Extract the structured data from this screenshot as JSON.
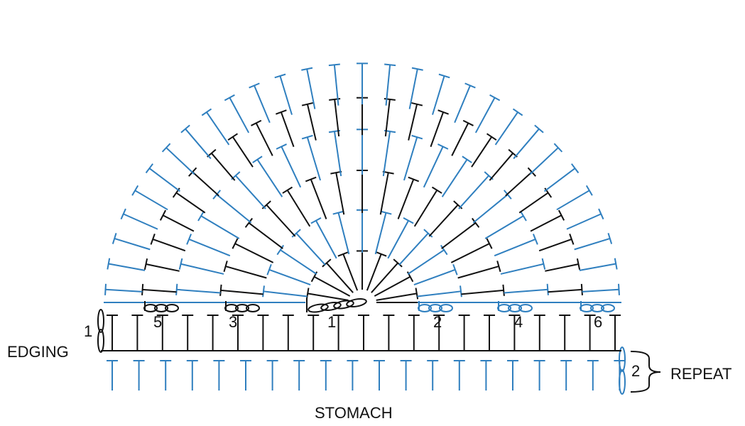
{
  "labels": {
    "edging": "EDGING",
    "edging_rows": "1",
    "repeat": "REPEAT",
    "repeat_rows": "2",
    "stomach": "STOMACH"
  },
  "row_numbers": [
    "5",
    "3",
    "1",
    "2",
    "4",
    "6"
  ],
  "colors": {
    "blue": "#2f7fbf",
    "black": "#111111"
  },
  "stitch_counts": {
    "stomach_row": 20,
    "edging_row": 21
  }
}
